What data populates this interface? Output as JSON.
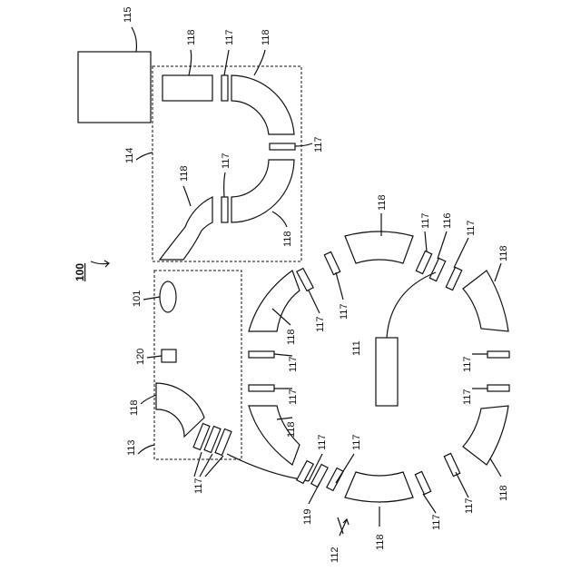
{
  "labels": {
    "l100": "100",
    "l101": "101",
    "l111": "111",
    "l112": "112",
    "l113": "113",
    "l114": "114",
    "l115": "115",
    "l116": "116",
    "l117": "117",
    "l118": "118",
    "l119": "119",
    "l120": "120"
  }
}
